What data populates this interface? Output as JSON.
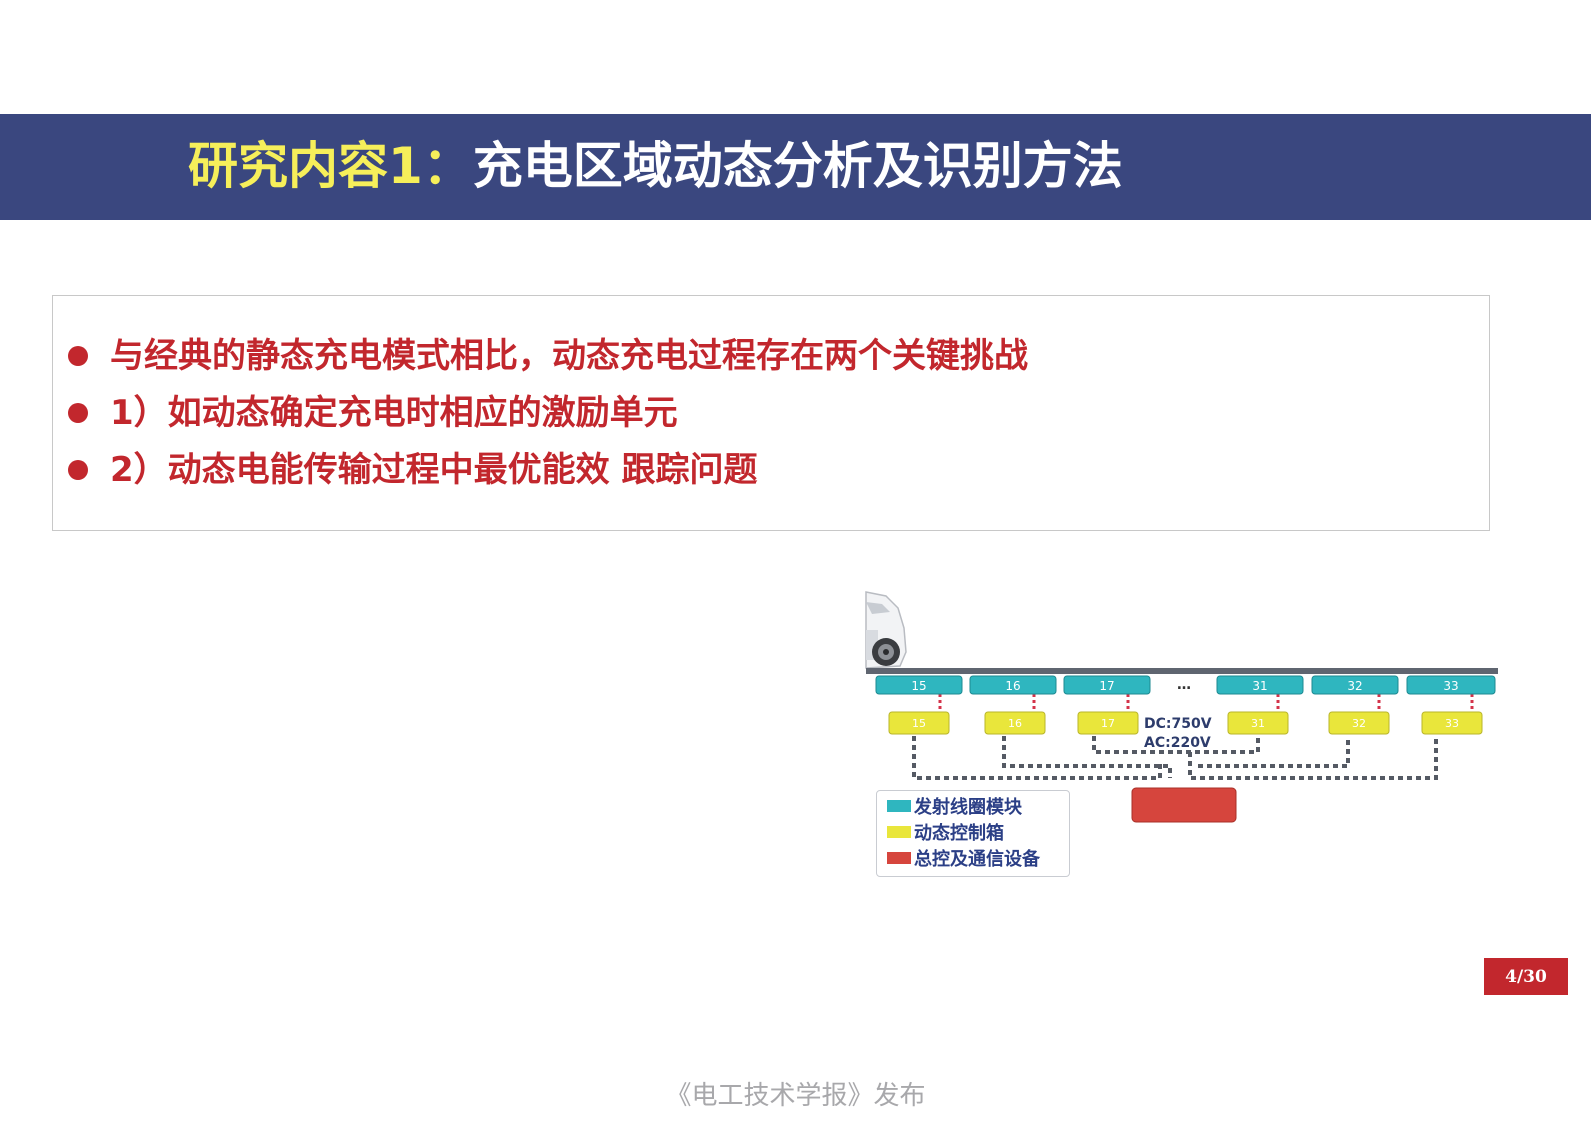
{
  "slide": {
    "title_highlight": "研究内容1：",
    "title_rest": "充电区域动态分析及识别方法",
    "bullets": [
      "与经典的静态充电模式相比，动态充电过程存在两个关键挑战",
      "1）如动态确定充电时相应的激励单元",
      "2）动态电能传输过程中最优能效 跟踪问题"
    ],
    "page_number": "4/30",
    "footer": "《电工技术学报》发布"
  },
  "diagram": {
    "coil_modules": [
      "15",
      "16",
      "17",
      "31",
      "32",
      "33"
    ],
    "control_boxes": [
      "15",
      "16",
      "17",
      "31",
      "32",
      "33"
    ],
    "ellipsis": "…",
    "voltage_dc": "DC:750V",
    "voltage_ac": "AC:220V",
    "legend": [
      {
        "label": "发射线圈模块",
        "color": "#2fb6bf"
      },
      {
        "label": "动态控制箱",
        "color": "#e9e63b"
      },
      {
        "label": "总控及通信设备",
        "color": "#d6453d"
      }
    ],
    "colors": {
      "coil": "#2fb6bf",
      "control": "#e9e63b",
      "master": "#d6453d",
      "wire": "#555a64",
      "link": "#d4334a"
    }
  }
}
